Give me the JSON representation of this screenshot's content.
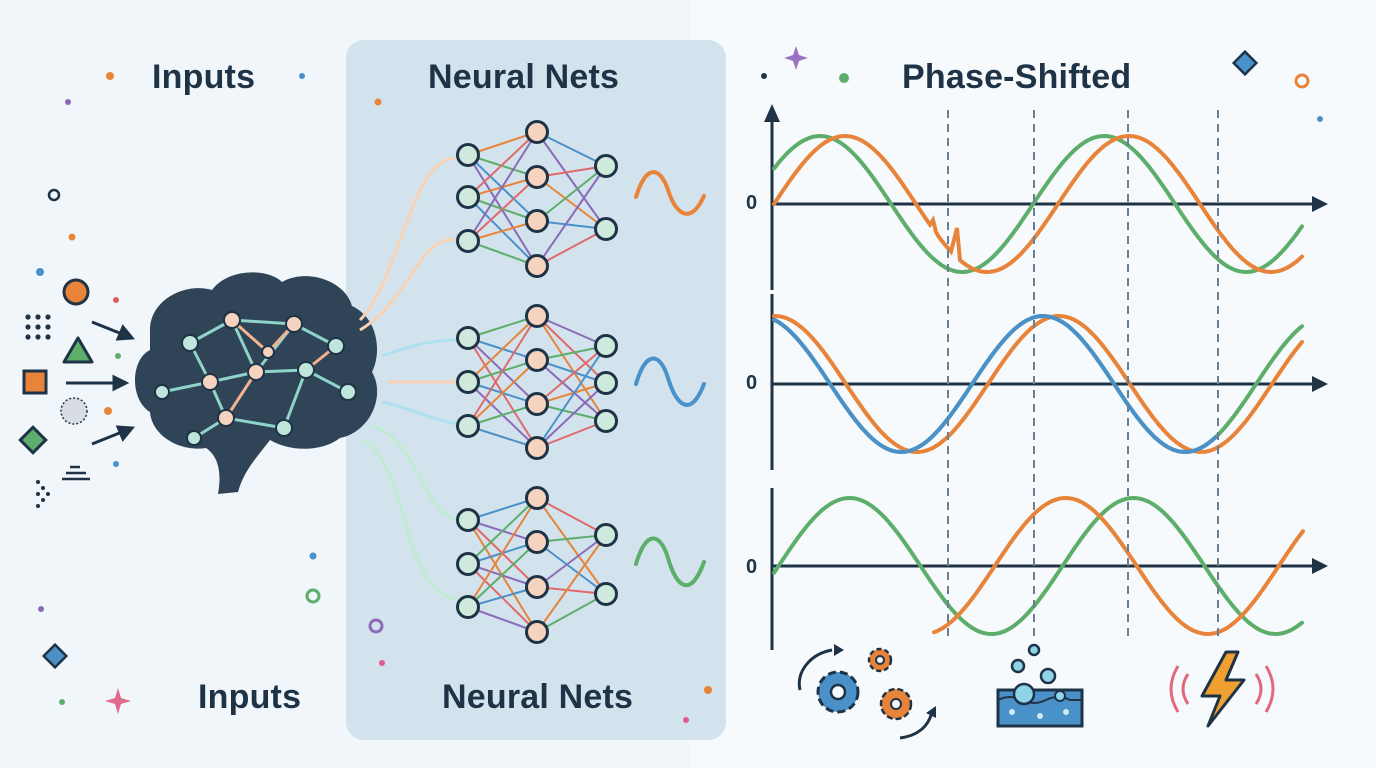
{
  "inputs_column": {
    "title": "Inputs",
    "footer": "Inputs"
  },
  "neural_nets_column": {
    "title": "Neural Nets",
    "footer": "Neural Nets"
  },
  "phase_column": {
    "title": "Phase-Shifted",
    "axis_zero_label": "0"
  },
  "colors": {
    "navy": "#1f3347",
    "orange": "#e8843a",
    "green": "#5cae6a",
    "blue": "#4a90c9",
    "purple": "#8a6bb8",
    "teal_node": "#cfe9dc",
    "peach_node": "#f6d3bf",
    "panel": "#d3e3ee"
  },
  "icons": [
    "gears-icon",
    "bubbles-tank-icon",
    "lightning-vibration-icon"
  ]
}
